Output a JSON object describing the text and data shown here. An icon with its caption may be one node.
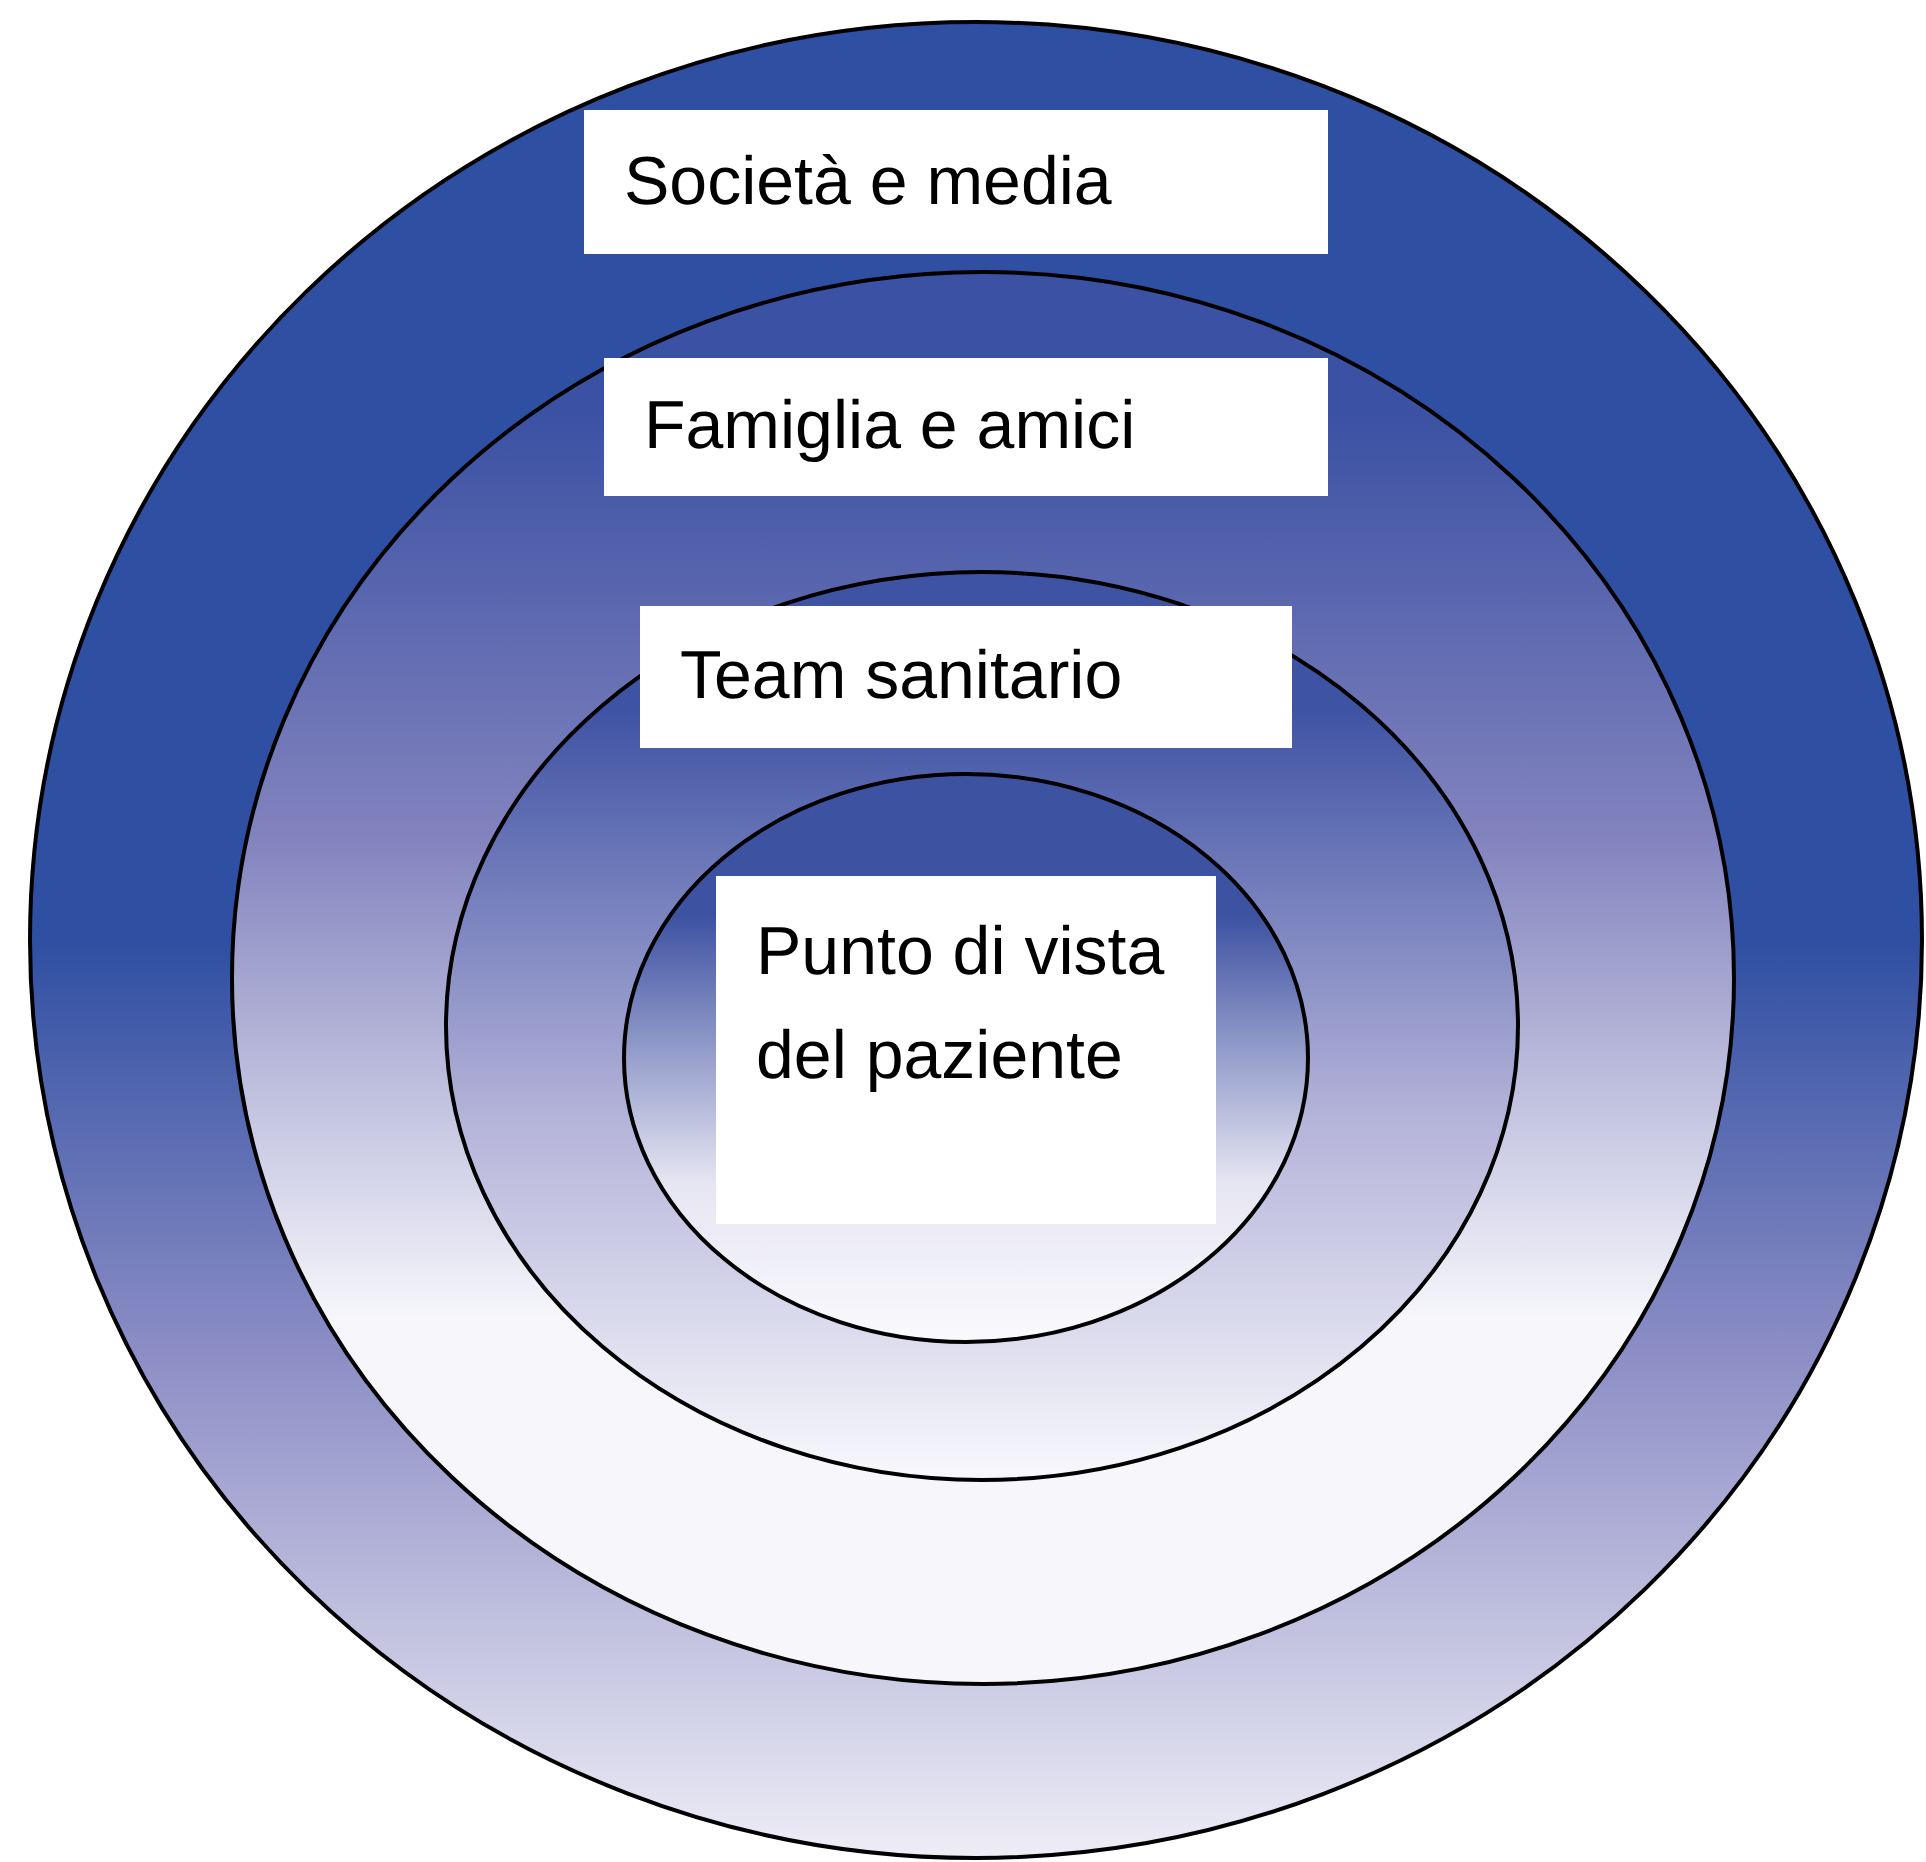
{
  "diagram": {
    "nodes": [
      {
        "text": [
          "Società e media"
        ]
      },
      {
        "text": [
          "Famiglia e amici"
        ],
        "in": 0
      },
      {
        "text": [
          "Team sanitario"
        ],
        "in": 1
      },
      {
        "text": [
          "Punto di vista del paziente"
        ],
        "in": 2
      }
    ]
  }
}
